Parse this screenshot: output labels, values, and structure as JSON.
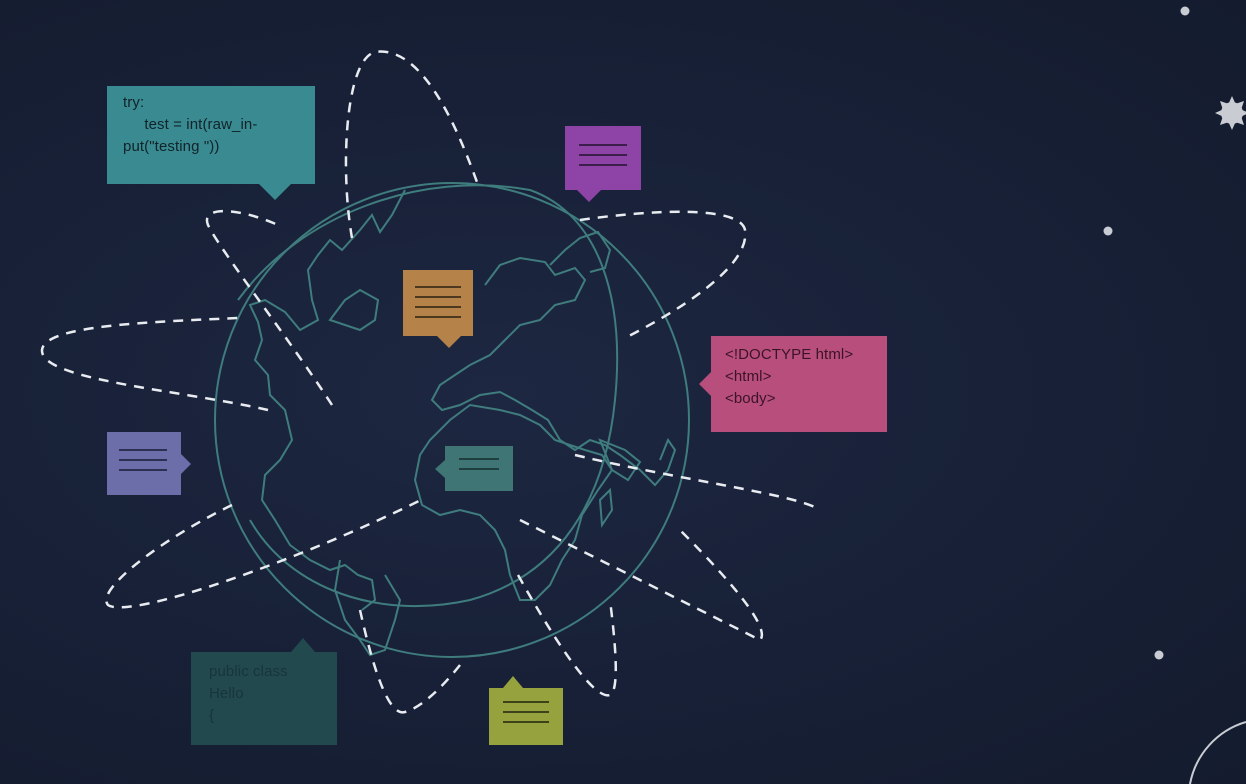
{
  "colors": {
    "background": "#172036",
    "globe_line": "#3f7c7e",
    "orbit": "#e8ecf0",
    "star": "#c9ccd2",
    "teal_bubble": "#3a8b91",
    "purple_bubble": "#8e43a6",
    "orange_bubble": "#b5834a",
    "pink_bubble": "#b84e7c",
    "indigo_bubble": "#6b6ea8",
    "darkteal_bubble": "#3f7574",
    "deepteal_bubble": "#22494e",
    "olive_bubble": "#96a23d"
  },
  "bubbles": {
    "python": {
      "text": "try:\n     test = int(raw_in-\nput(\"testing \"))"
    },
    "html": {
      "text": "<!DOCTYPE html>\n<html>\n<body>"
    },
    "java": {
      "text": "public class\nHello\n{"
    }
  }
}
